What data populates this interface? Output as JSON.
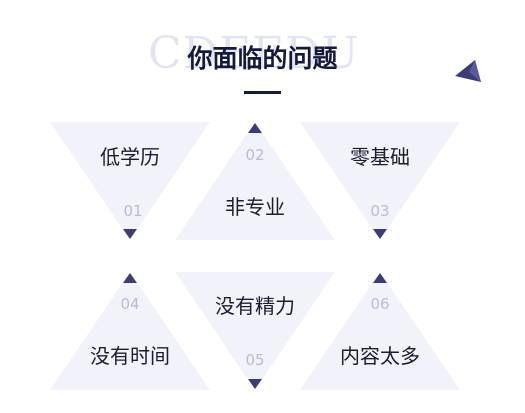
{
  "watermark": "CDEEDU",
  "title": "你面临的问题",
  "colors": {
    "triangle_fill": "#f1f2fa",
    "accent": "#3c3d76",
    "title": "#141a3c",
    "number": "#b8bbd6"
  },
  "problems": [
    {
      "num": "01",
      "label": "低学历"
    },
    {
      "num": "02",
      "label": "非专业"
    },
    {
      "num": "03",
      "label": "零基础"
    },
    {
      "num": "04",
      "label": "没有时间"
    },
    {
      "num": "05",
      "label": "没有精力"
    },
    {
      "num": "06",
      "label": "内容太多"
    }
  ]
}
